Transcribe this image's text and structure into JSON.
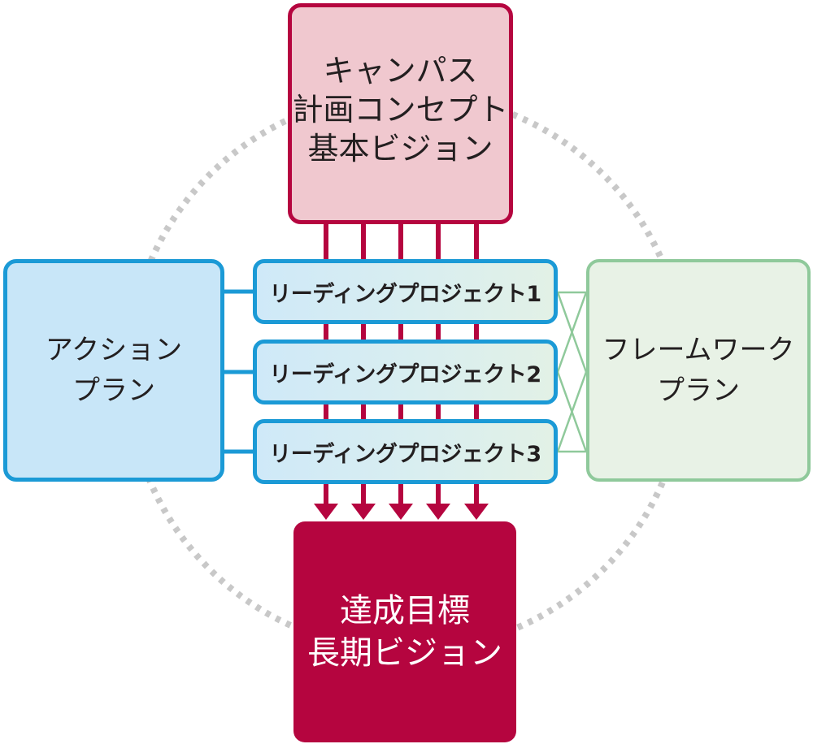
{
  "colors": {
    "crimson": "#b5053f",
    "pink_fill": "#f0c8cf",
    "blue": "#1b9ad6",
    "blue_fill": "#c8e6f8",
    "green": "#8fc99b",
    "green_fill": "#e8f2e6",
    "dotted_circle": "#c8c8c8"
  },
  "top_box": {
    "lines": [
      "キャンパス",
      "計画コンセプト",
      "基本ビジョン"
    ]
  },
  "left_box": {
    "lines": [
      "アクション",
      "プラン"
    ]
  },
  "right_box": {
    "lines": [
      "フレームワーク",
      "プラン"
    ]
  },
  "bottom_box": {
    "lines": [
      "達成目標",
      "長期ビジョン"
    ]
  },
  "projects": [
    {
      "label": "リーディングプロジェクト1"
    },
    {
      "label": "リーディングプロジェクト2"
    },
    {
      "label": "リーディングプロジェクト3"
    }
  ]
}
